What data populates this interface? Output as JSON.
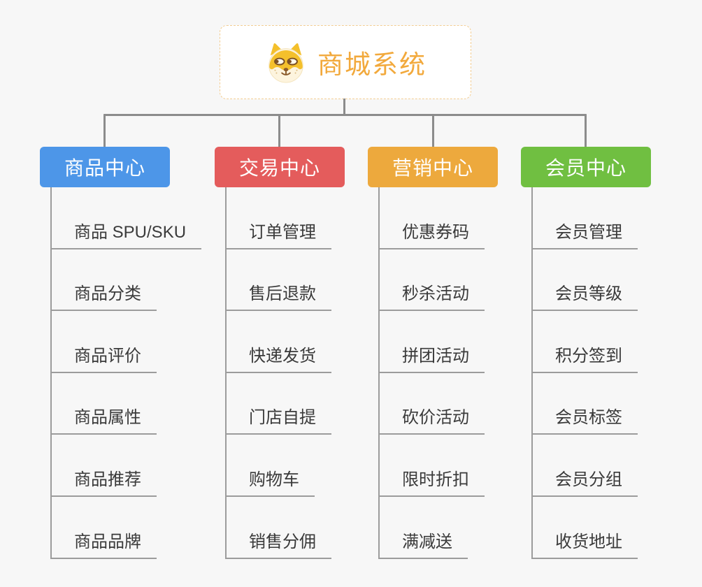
{
  "root": {
    "label": "商城系统",
    "icon": "doge-icon",
    "text_color": "#f2a93c",
    "border_color": "#f3cd92"
  },
  "branches": [
    {
      "label": "商品中心",
      "color": "#4d96e8",
      "children": [
        "商品 SPU/SKU",
        "商品分类",
        "商品评价",
        "商品属性",
        "商品推荐",
        "商品品牌"
      ]
    },
    {
      "label": "交易中心",
      "color": "#e45c5c",
      "children": [
        "订单管理",
        "售后退款",
        "快递发货",
        "门店自提",
        "购物车",
        "销售分佣"
      ]
    },
    {
      "label": "营销中心",
      "color": "#eda93d",
      "children": [
        "优惠券码",
        "秒杀活动",
        "拼团活动",
        "砍价活动",
        "限时折扣",
        "满减送"
      ]
    },
    {
      "label": "会员中心",
      "color": "#70bf41",
      "children": [
        "会员管理",
        "会员等级",
        "积分签到",
        "会员标签",
        "会员分组",
        "收货地址"
      ]
    }
  ],
  "colors": {
    "background": "#f7f7f7",
    "connector": "#8c8c8c",
    "leaf_line": "#9c9c9c"
  }
}
